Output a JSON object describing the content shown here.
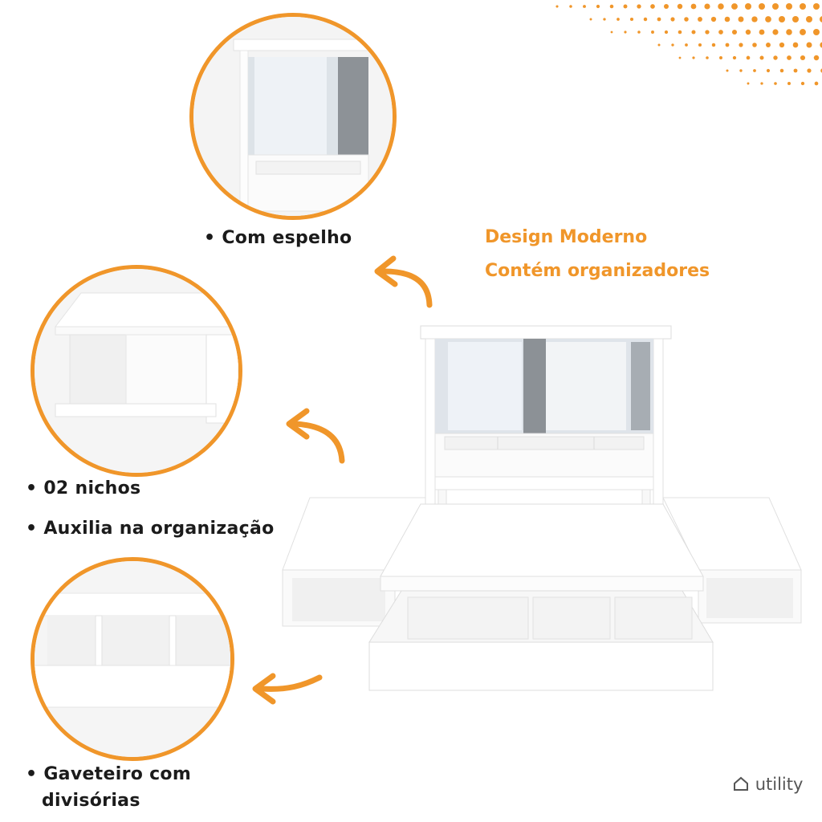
{
  "features": {
    "mirror": "• Com espelho",
    "niches": "• 02 nichos",
    "organization": "• Auxilia na organização",
    "drawer_line1": "• Gaveteiro com",
    "drawer_line2": "divisórias"
  },
  "highlights": {
    "line1": "Design Moderno",
    "line2": "Contém organizadores"
  },
  "brand": {
    "name": "utility",
    "icon": "house-icon"
  },
  "colors": {
    "accent": "#f0962a",
    "text": "#1b1b1b",
    "furniture": "#ffffff"
  }
}
